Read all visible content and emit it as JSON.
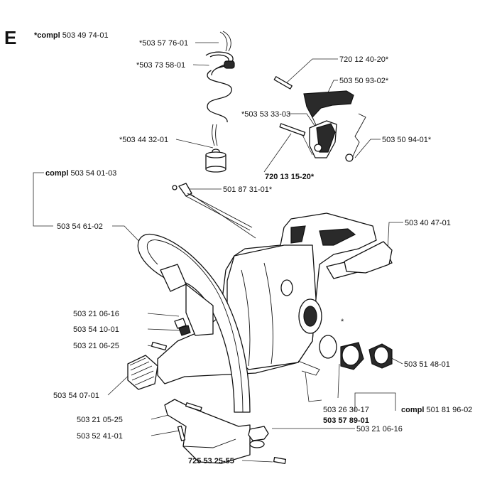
{
  "section_letter": "E",
  "callouts": [
    {
      "id": "c01",
      "prefix": "*compl",
      "text": "503 49 74-01"
    },
    {
      "id": "c02",
      "prefix": "",
      "text": "*503 57 76-01"
    },
    {
      "id": "c03",
      "prefix": "",
      "text": "*503 73 58-01"
    },
    {
      "id": "c04",
      "prefix": "",
      "text": "*503 44 32-01"
    },
    {
      "id": "c05",
      "prefix": "",
      "text": "720 12 40-20*"
    },
    {
      "id": "c06",
      "prefix": "",
      "text": "503 50 93-02*"
    },
    {
      "id": "c07",
      "prefix": "",
      "text": "*503 53 33-03"
    },
    {
      "id": "c08",
      "prefix": "",
      "text": "503 50 94-01*"
    },
    {
      "id": "c09",
      "prefix": "",
      "text": "720 13 15-20*"
    },
    {
      "id": "c10",
      "prefix": "compl",
      "text": "503 54 01-03"
    },
    {
      "id": "c11",
      "prefix": "",
      "text": "501 87 31-01*"
    },
    {
      "id": "c12",
      "prefix": "",
      "text": "503 54 61-02"
    },
    {
      "id": "c13",
      "prefix": "",
      "text": "503 40 47-01"
    },
    {
      "id": "c14",
      "prefix": "",
      "text": "503 21 06-16"
    },
    {
      "id": "c15",
      "prefix": "",
      "text": "503 54 10-01"
    },
    {
      "id": "c16",
      "prefix": "",
      "text": "503 21 06-25"
    },
    {
      "id": "c17",
      "prefix": "",
      "text": "503 51 48-01"
    },
    {
      "id": "c18",
      "prefix": "",
      "text": "503 54 07-01"
    },
    {
      "id": "c19",
      "prefix": "",
      "text": "503 26 30-17"
    },
    {
      "id": "c20",
      "prefix": "compl",
      "text": "501 81 96-02"
    },
    {
      "id": "c21",
      "prefix": "",
      "text": "503 57 89-01"
    },
    {
      "id": "c22",
      "prefix": "",
      "text": "503 21 05-25"
    },
    {
      "id": "c23",
      "prefix": "",
      "text": "503 52 41-01"
    },
    {
      "id": "c24",
      "prefix": "",
      "text": "503 21 06-16"
    },
    {
      "id": "c25",
      "prefix": "",
      "text": "725 53 25-55"
    }
  ],
  "marker": "*"
}
